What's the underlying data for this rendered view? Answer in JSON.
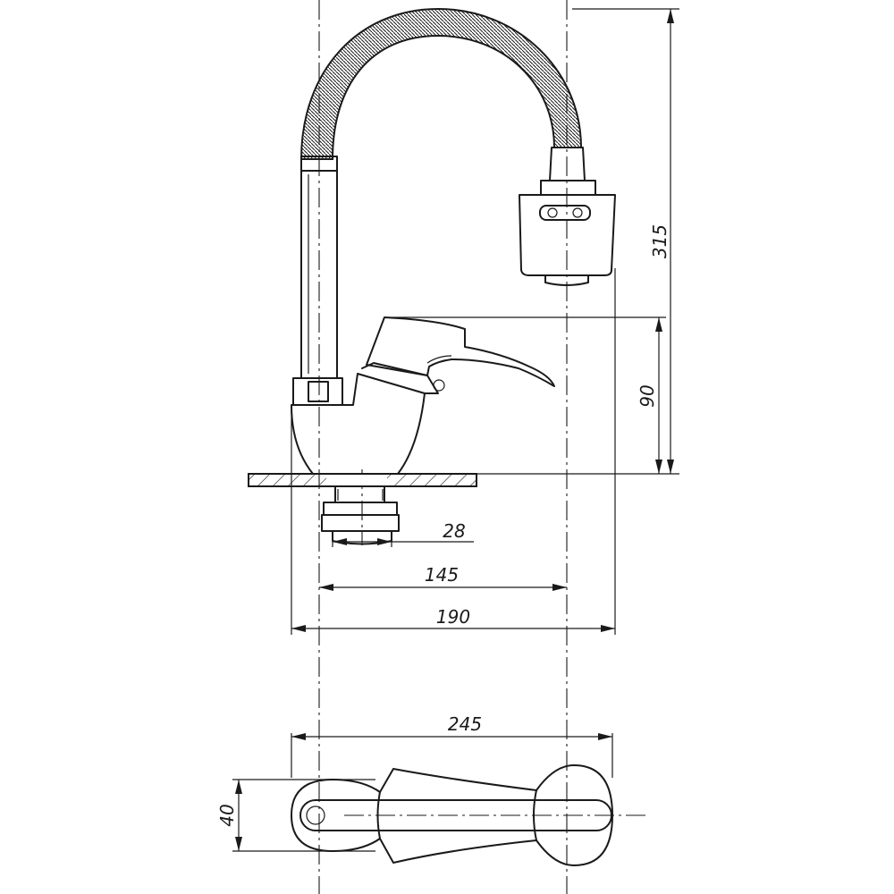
{
  "dimensions": {
    "total_height": "315",
    "body_height": "90",
    "outlet_diameter": "28",
    "center_to_spout": "145",
    "overall_depth": "190",
    "overall_length": "245",
    "body_width": "40"
  }
}
